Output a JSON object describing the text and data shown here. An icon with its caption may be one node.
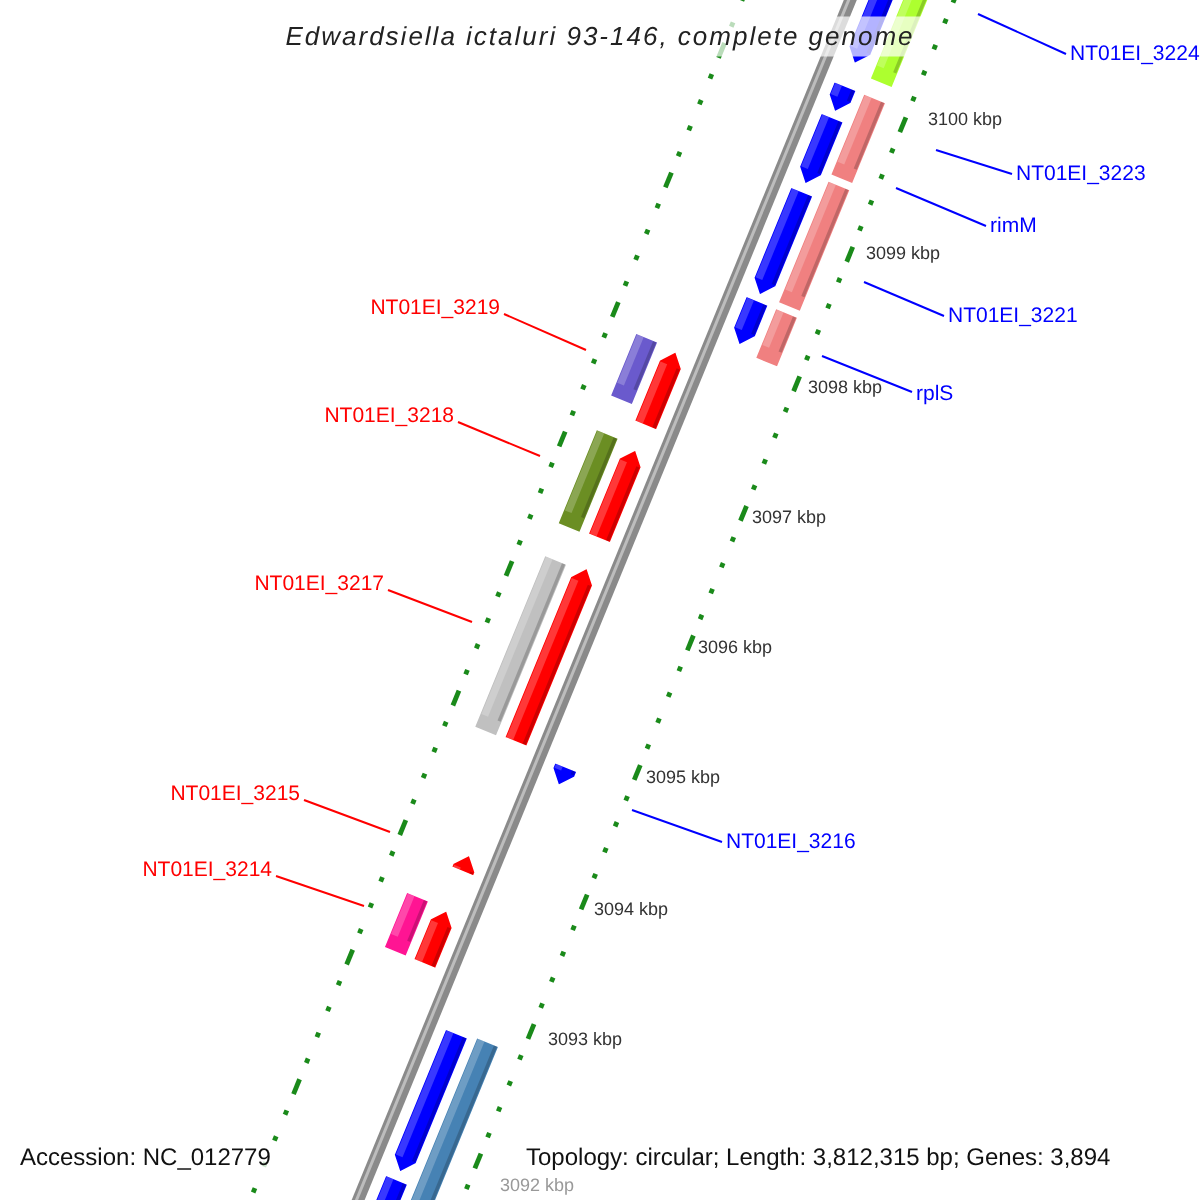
{
  "diagram": {
    "title": "Edwardsiella ictaluri 93-146, complete genome",
    "nodes": [
      {
        "text": [
          "NT01EI_3224"
        ]
      },
      {
        "text": [
          "NT01EI_3223"
        ]
      },
      {
        "text": [
          "rimM"
        ]
      },
      {
        "text": [
          "NT01EI_3219"
        ]
      },
      {
        "text": [
          "NT01EI_3221"
        ]
      },
      {
        "text": [
          "rplS"
        ]
      },
      {
        "text": [
          "NT01EI_3218"
        ]
      },
      {
        "text": [
          "NT01EI_3217"
        ]
      },
      {
        "text": [
          "NT01EI_3215"
        ]
      },
      {
        "text": [
          "NT01EI_3216"
        ]
      },
      {
        "text": [
          "NT01EI_3214"
        ]
      }
    ],
    "edges": [
      {
        "from": 0,
        "to": null,
        "arrow": "none"
      },
      {
        "from": 1,
        "to": null,
        "arrow": "none"
      },
      {
        "from": 2,
        "to": null,
        "arrow": "none"
      },
      {
        "from": 3,
        "to": null,
        "arrow": "none",
        "color": "#ff0000"
      },
      {
        "from": 4,
        "to": null,
        "arrow": "none"
      },
      {
        "from": 5,
        "to": null,
        "arrow": "none"
      },
      {
        "from": 6,
        "to": null,
        "arrow": "none",
        "color": "#ff0000"
      },
      {
        "from": 7,
        "to": null,
        "arrow": "none",
        "color": "#ff0000"
      },
      {
        "from": 8,
        "to": null,
        "arrow": "none",
        "color": "#ff0000"
      },
      {
        "from": 9,
        "to": null,
        "arrow": "none"
      },
      {
        "from": 10,
        "to": null,
        "arrow": "none",
        "color": "#ff0000"
      }
    ],
    "labels": [
      "3100 kbp",
      "3099 kbp",
      "3098 kbp",
      "3097 kbp",
      "3096 kbp",
      "3095 kbp",
      "3094 kbp",
      "3093 kbp",
      "Accession: NC_012779",
      "Topology: circular; Length: 3,812,315 bp; Genes: 3,894",
      "3092 kbp"
    ]
  }
}
